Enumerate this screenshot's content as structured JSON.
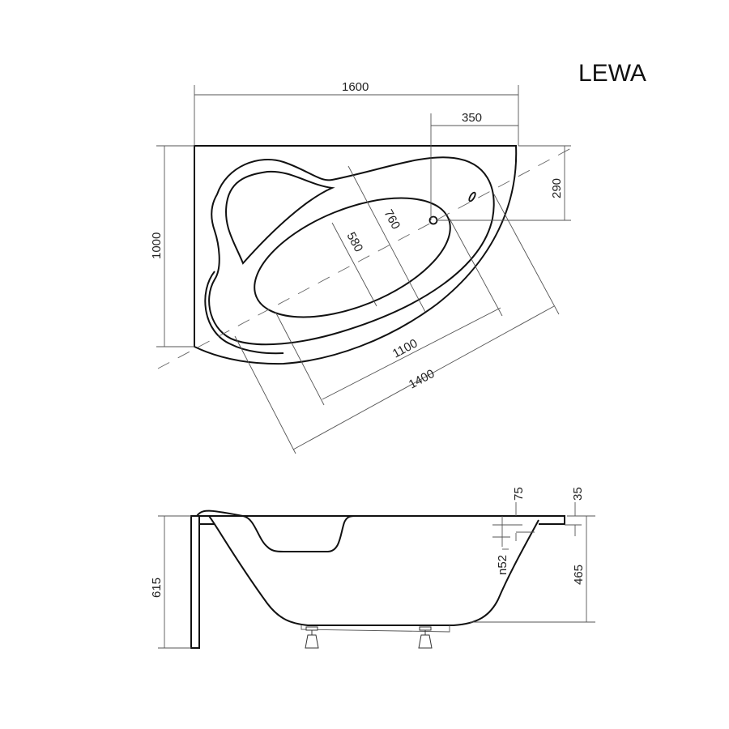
{
  "title": "LEWA",
  "top_view": {
    "width": "1600",
    "drain_offset": "350",
    "drain_depth": "290",
    "depth": "1000",
    "inner_width_760": "760",
    "inner_width_580": "580",
    "inner_length_1100": "1100",
    "length_1400": "1400"
  },
  "side_view": {
    "dim_75": "75",
    "dim_35": "35",
    "overflow": "n52",
    "height_465": "465",
    "height_615": "615"
  }
}
